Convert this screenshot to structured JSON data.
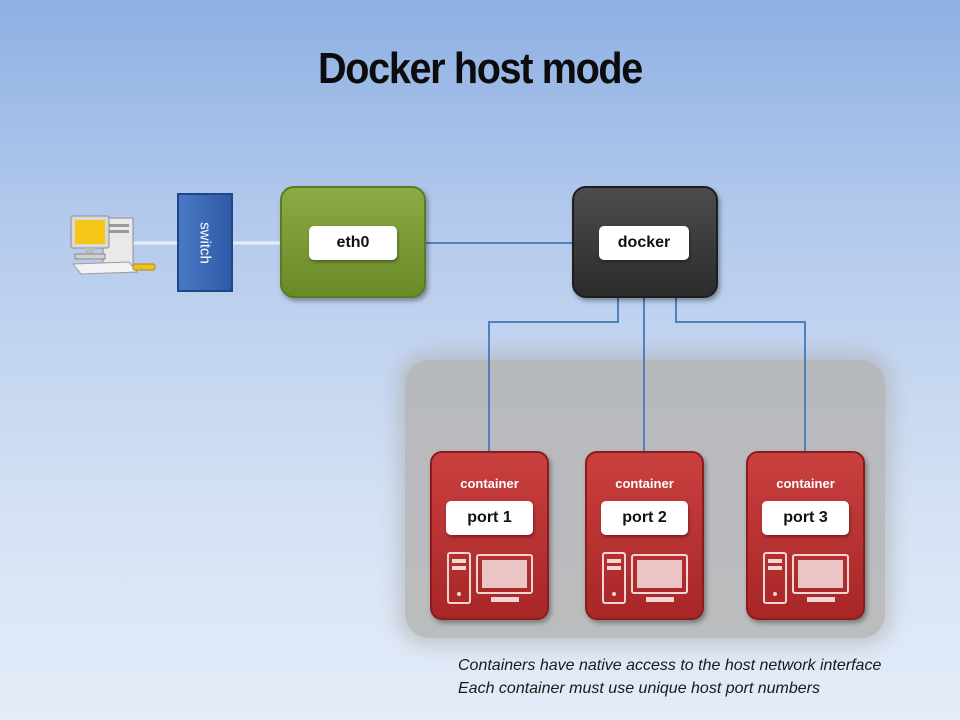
{
  "title": "Docker host mode",
  "switch": {
    "label": "switch",
    "color": "#3366b5"
  },
  "host": {
    "eth_label": "eth0",
    "eth_color": "#7a9a35",
    "docker_label": "docker",
    "docker_color": "#3a3a3a"
  },
  "containers": [
    {
      "name": "container",
      "port": "port 1"
    },
    {
      "name": "container",
      "port": "port 2"
    },
    {
      "name": "container",
      "port": "port 3"
    }
  ],
  "container_color": "#b83232",
  "wire_color": "#4f81bd",
  "notes": [
    "Containers have native access to the host network interface",
    "Each container must use unique host port numbers"
  ],
  "icons": [
    "desktop-computer-icon",
    "server-computer-icon"
  ]
}
